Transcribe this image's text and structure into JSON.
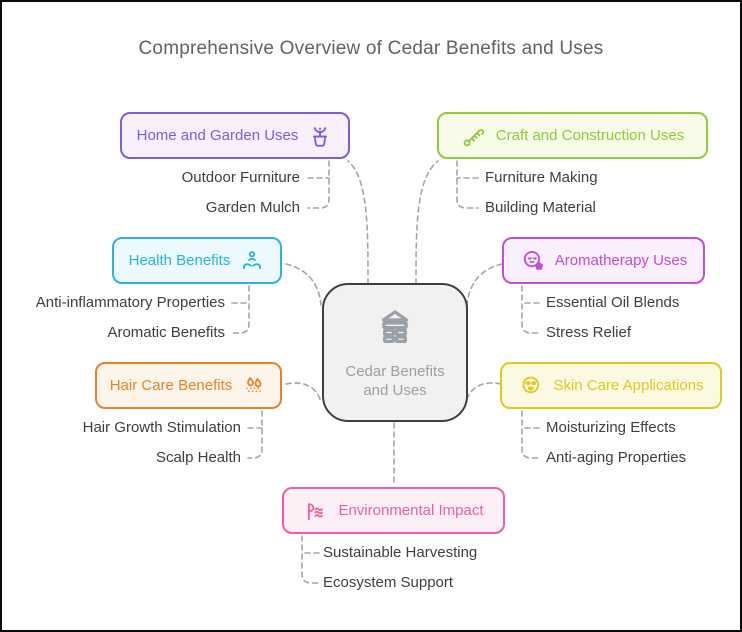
{
  "title": "Comprehensive Overview of Cedar Benefits and Uses",
  "center": {
    "label": "Cedar Benefits and Uses",
    "icon": "cedar-tree-icon"
  },
  "categories": [
    {
      "id": "home-garden",
      "label": "Home and Garden Uses",
      "icon": "potted-plant-icon",
      "icon_side": "right",
      "color": "#7d5be8",
      "bg": "#f5f1fe",
      "items": [
        "Outdoor Furniture",
        "Garden Mulch"
      ]
    },
    {
      "id": "craft-construction",
      "label": "Craft and Construction Uses",
      "icon": "saw-icon",
      "icon_side": "left",
      "color": "#94c93d",
      "bg": "#f7fce9",
      "items": [
        "Furniture Making",
        "Building Material"
      ]
    },
    {
      "id": "health",
      "label": "Health Benefits",
      "icon": "care-hands-icon",
      "icon_side": "right",
      "color": "#2ab5e0",
      "bg": "#ecf9fd",
      "items": [
        "Anti-inflammatory Properties",
        "Aromatic Benefits"
      ]
    },
    {
      "id": "aromatherapy",
      "label": "Aromatherapy Uses",
      "icon": "relaxed-face-icon",
      "icon_side": "left",
      "color": "#c14fd4",
      "bg": "#faf0fd",
      "items": [
        "Essential Oil Blends",
        "Stress Relief"
      ]
    },
    {
      "id": "hair-care",
      "label": "Hair Care Benefits",
      "icon": "hair-follicle-icon",
      "icon_side": "right",
      "color": "#e8822d",
      "bg": "#fdf4ea",
      "items": [
        "Hair Growth Stimulation",
        "Scalp Health"
      ]
    },
    {
      "id": "skin-care",
      "label": "Skin Care Applications",
      "icon": "face-mask-icon",
      "icon_side": "left",
      "color": "#e0ca20",
      "bg": "#fcf9e3",
      "items": [
        "Moisturizing Effects",
        "Anti-aging Properties"
      ]
    },
    {
      "id": "environmental",
      "label": "Environmental Impact",
      "icon": "landscape-waves-icon",
      "icon_side": "left",
      "color": "#ee5fa6",
      "bg": "#fdeff6",
      "items": [
        "Sustainable Harvesting",
        "Ecosystem Support"
      ]
    }
  ],
  "style_colors": {
    "connector": "#a6a6a6",
    "subitem_text": "#3c4043",
    "title_text": "#5f6368",
    "center_border": "#3c4043",
    "center_bg": "#f1f1f1",
    "center_text": "#9aa0a6"
  }
}
